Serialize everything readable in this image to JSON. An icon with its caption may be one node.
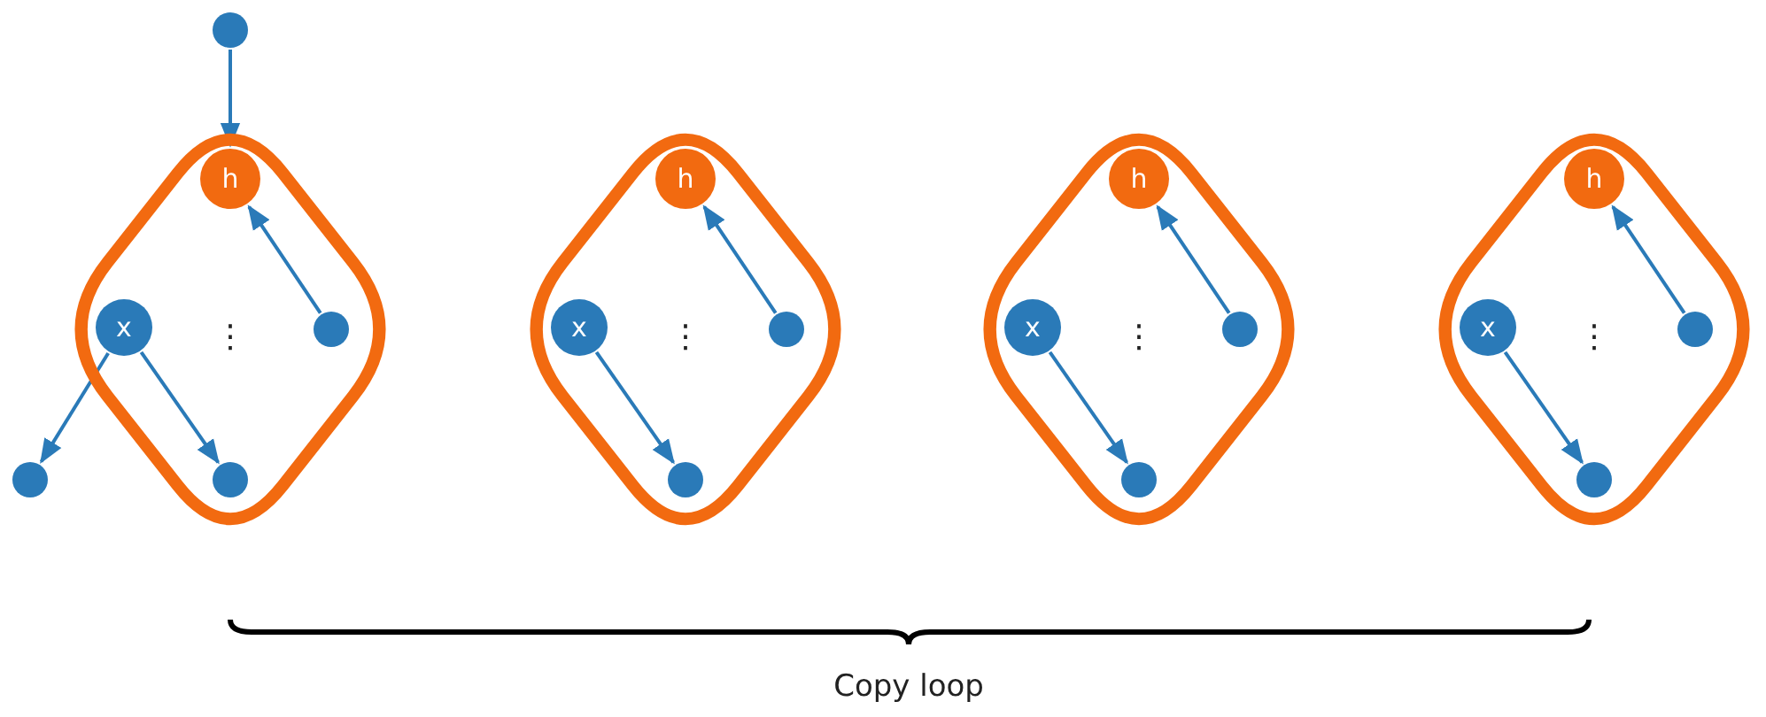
{
  "diagram": {
    "nodes": [
      {
        "text": [],
        "shape": "circle"
      },
      {
        "text": [],
        "shape": "diamond"
      },
      {
        "text": [
          "h"
        ],
        "in": 1
      },
      {
        "text": [],
        "shape": "circle",
        "in": 1
      },
      {
        "text": [
          "x"
        ],
        "in": 1
      },
      {
        "text": [],
        "shape": "circle",
        "in": 1
      },
      {
        "text": [],
        "shape": "circle"
      },
      {
        "text": [],
        "shape": "diamond"
      },
      {
        "text": [
          "h"
        ],
        "in": 7
      },
      {
        "text": [],
        "shape": "circle",
        "in": 7
      },
      {
        "text": [
          "x"
        ],
        "in": 7
      },
      {
        "text": [],
        "shape": "circle",
        "in": 7
      },
      {
        "text": [],
        "shape": "diamond"
      },
      {
        "text": [
          "h"
        ],
        "in": 12
      },
      {
        "text": [],
        "shape": "circle",
        "in": 12
      },
      {
        "text": [
          "x"
        ],
        "in": 12
      },
      {
        "text": [],
        "shape": "circle",
        "in": 12
      },
      {
        "text": [],
        "shape": "diamond"
      },
      {
        "text": [
          "h"
        ],
        "in": 17
      },
      {
        "text": [],
        "shape": "circle",
        "in": 17
      },
      {
        "text": [
          "x"
        ],
        "in": 17
      },
      {
        "text": [],
        "shape": "circle",
        "in": 17
      }
    ],
    "edges": [
      {
        "from": 0,
        "to": 2,
        "arrow": "to"
      },
      {
        "from": 3,
        "to": 2,
        "arrow": "to"
      },
      {
        "from": 4,
        "to": 5,
        "arrow": "to"
      },
      {
        "from": 4,
        "to": 6,
        "arrow": "to"
      },
      {
        "from": 9,
        "to": 8,
        "arrow": "to"
      },
      {
        "from": 10,
        "to": 11,
        "arrow": "to"
      },
      {
        "from": 14,
        "to": 13,
        "arrow": "to"
      },
      {
        "from": 15,
        "to": 16,
        "arrow": "to"
      },
      {
        "from": 19,
        "to": 18,
        "arrow": "to"
      },
      {
        "from": 20,
        "to": 21,
        "arrow": "to"
      }
    ],
    "labels": [
      "⋮",
      "⋮",
      "⋮",
      "⋮",
      "Copy loop"
    ]
  }
}
